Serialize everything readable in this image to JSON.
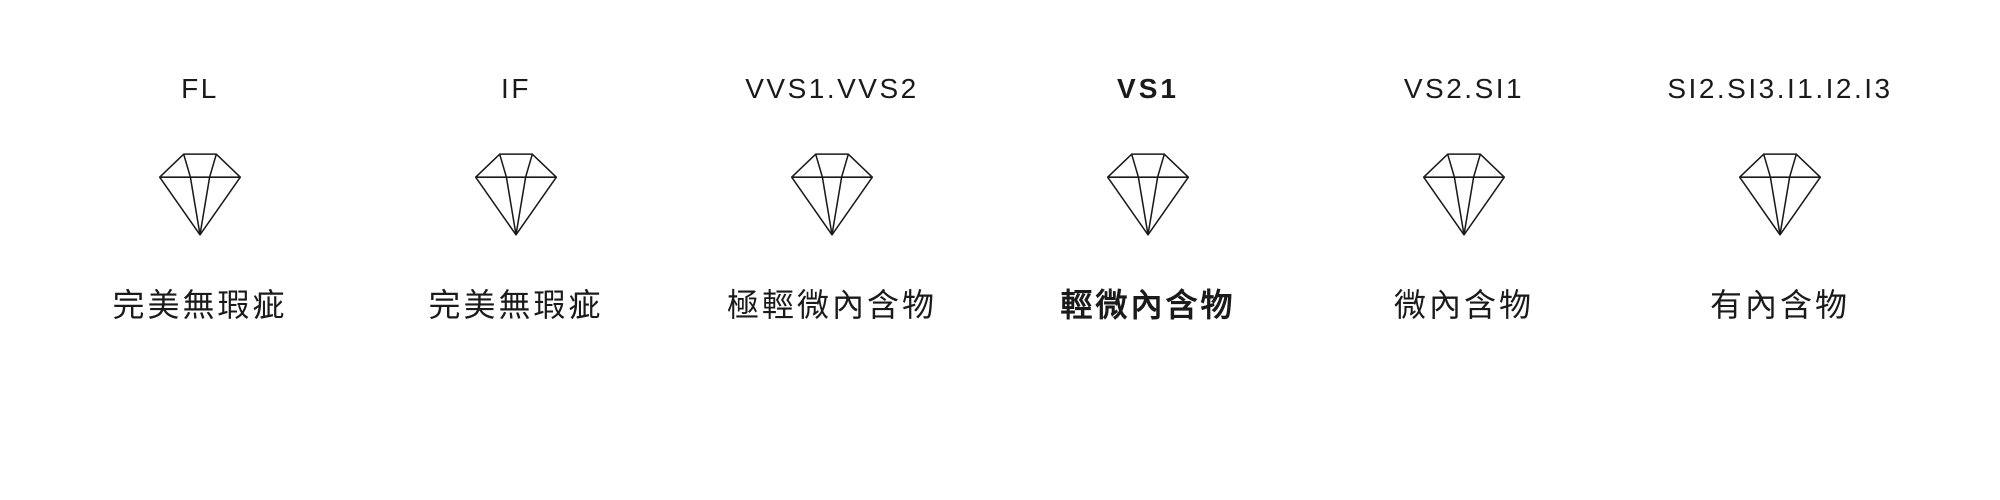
{
  "clarity_scale": {
    "background_color": "#ffffff",
    "text_color": "#1a1a1a",
    "icon_name": "diamond-outline-icon",
    "items": [
      {
        "grade": "FL",
        "description": "完美無瑕疵",
        "selected": false
      },
      {
        "grade": "IF",
        "description": "完美無瑕疵",
        "selected": false
      },
      {
        "grade": "VVS1.VVS2",
        "description": "極輕微內含物",
        "selected": false
      },
      {
        "grade": "VS1",
        "description": "輕微內含物",
        "selected": true
      },
      {
        "grade": "VS2.SI1",
        "description": "微內含物",
        "selected": false
      },
      {
        "grade": "SI2.SI3.I1.I2.I3",
        "description": "有內含物",
        "selected": false
      }
    ]
  }
}
